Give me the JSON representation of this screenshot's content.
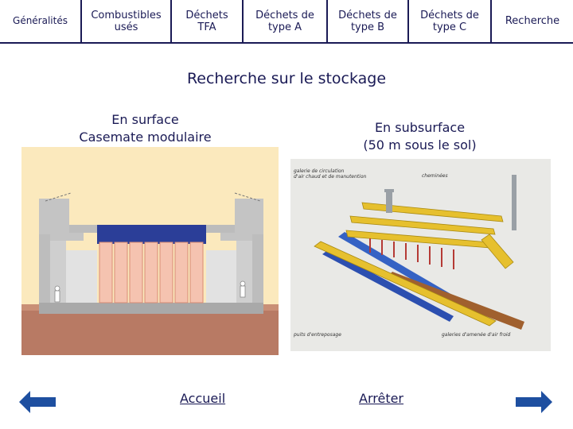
{
  "nav": {
    "items": [
      {
        "label": "Généralités"
      },
      {
        "label": "Combustibles\nusés"
      },
      {
        "label": "Déchets\nTFA"
      },
      {
        "label": "Déchets de\ntype A"
      },
      {
        "label": "Déchets de\ntype B"
      },
      {
        "label": "Déchets de\ntype C"
      },
      {
        "label": "Recherche"
      }
    ]
  },
  "page": {
    "title": "Recherche sur le stockage"
  },
  "surface": {
    "title": "En surface\nCasemate modulaire"
  },
  "subsurface": {
    "title": "En subsurface\n(50 m sous le sol)",
    "labels": {
      "gallery": "galerie de circulation\nd'air chaud et de manutention",
      "chimneys": "cheminées",
      "wells": "puits d'entreposage",
      "intake": "galeries d'amenée d'air froid"
    }
  },
  "controls": {
    "home": "Accueil",
    "stop": "Arrêter",
    "prev_icon": "arrow-left-icon",
    "next_icon": "arrow-right-icon"
  },
  "colors": {
    "accent": "#1a1a55",
    "arrow": "#1e4fa0"
  }
}
